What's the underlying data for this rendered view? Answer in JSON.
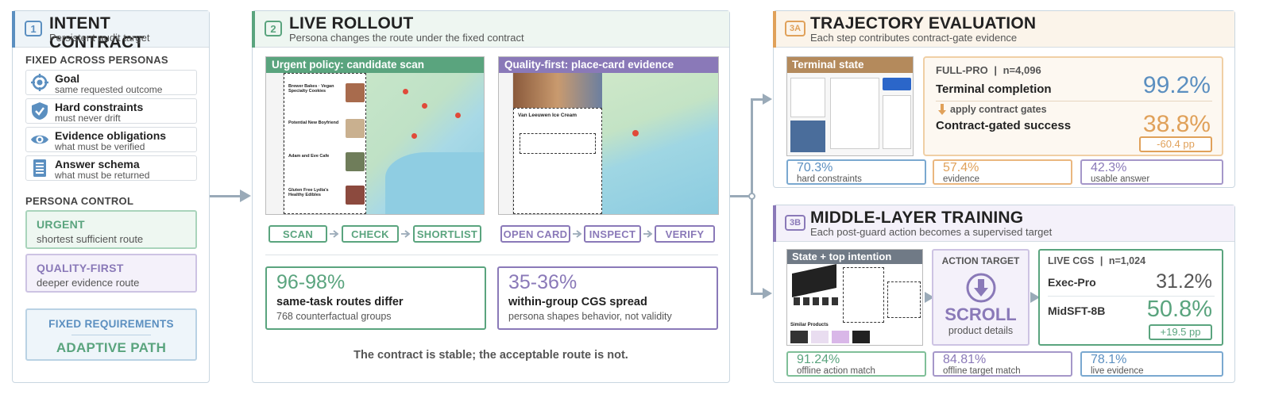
{
  "colors": {
    "green": "#5aa47e",
    "purple": "#8a79b8",
    "blue": "#5b8fc0",
    "orange": "#e0a15a",
    "grey_text": "#555555"
  },
  "panel1": {
    "badge": "1",
    "title": "INTENT CONTRACT",
    "subtitle": "Persistent audit target",
    "fixed_heading": "FIXED ACROSS PERSONAS",
    "items": [
      {
        "icon": "target-icon",
        "title": "Goal",
        "desc": "same requested outcome"
      },
      {
        "icon": "shield-icon",
        "title": "Hard constraints",
        "desc": "must never drift"
      },
      {
        "icon": "eye-icon",
        "title": "Evidence obligations",
        "desc": "what must be verified"
      },
      {
        "icon": "document-list-icon",
        "title": "Answer schema",
        "desc": "what must be returned"
      }
    ],
    "persona_heading": "PERSONA CONTROL",
    "personas": [
      {
        "title": "URGENT",
        "desc": "shortest sufficient route"
      },
      {
        "title": "QUALITY-FIRST",
        "desc": "deeper evidence route"
      }
    ],
    "fixed_req": "FIXED REQUIREMENTS",
    "adaptive": "ADAPTIVE PATH"
  },
  "panel2": {
    "badge": "2",
    "title": "LIVE ROLLOUT",
    "subtitle": "Persona changes the route under the fixed contract",
    "shot_left_title": "Urgent policy: candidate scan",
    "shot_right_title": "Quality-first: place-card evidence",
    "left_listings": [
      "Brewer Bakes · Vegan Specialty Cookies",
      "Potential New Boyfriend",
      "Adam and Eve Cafe",
      "Gluten Free Lydia's Healthy Edibles"
    ],
    "right_place": "Van Leeuwen Ice Cream",
    "steps_left": [
      "SCAN",
      "CHECK",
      "SHORTLIST"
    ],
    "steps_right": [
      "OPEN CARD",
      "INSPECT",
      "VERIFY"
    ],
    "stat_left": {
      "big": "96-98%",
      "bold": "same-task routes differ",
      "small": "768 counterfactual groups"
    },
    "stat_right": {
      "big": "35-36%",
      "bold": "within-group CGS spread",
      "small": "persona shapes behavior, not validity"
    },
    "footer": "The contract is stable; the acceptable route is not."
  },
  "panel3a": {
    "badge": "3A",
    "title": "TRAJECTORY EVALUATION",
    "subtitle": "Each step contributes contract-gate evidence",
    "terminal_label": "Terminal state",
    "model": "FULL-PRO",
    "n": "n=4,096",
    "terminal_completion_label": "Terminal completion",
    "terminal_completion_value": "99.2%",
    "apply_gates": "apply contract gates",
    "cgs_label": "Contract-gated success",
    "cgs_value": "38.8%",
    "delta": "-60.4 pp",
    "minis": [
      {
        "value": "70.3%",
        "label": "hard constraints"
      },
      {
        "value": "57.4%",
        "label": "evidence"
      },
      {
        "value": "42.3%",
        "label": "usable answer"
      }
    ]
  },
  "panel3b": {
    "badge": "3B",
    "title": "MIDDLE-LAYER TRAINING",
    "subtitle": "Each post-guard action becomes a supervised target",
    "state_label": "State + top intention",
    "similar_products": "Similar Products",
    "action_heading": "ACTION TARGET",
    "action_name": "SCROLL",
    "action_desc": "product details",
    "live_cgs": "LIVE CGS",
    "n": "n=1,024",
    "rows": [
      {
        "model": "Exec-Pro",
        "value": "31.2%"
      },
      {
        "model": "MidSFT-8B",
        "value": "50.8%"
      }
    ],
    "delta": "+19.5 pp",
    "minis": [
      {
        "value": "91.24%",
        "label": "offline action match"
      },
      {
        "value": "84.81%",
        "label": "offline target match"
      },
      {
        "value": "78.1%",
        "label": "live evidence"
      }
    ]
  }
}
